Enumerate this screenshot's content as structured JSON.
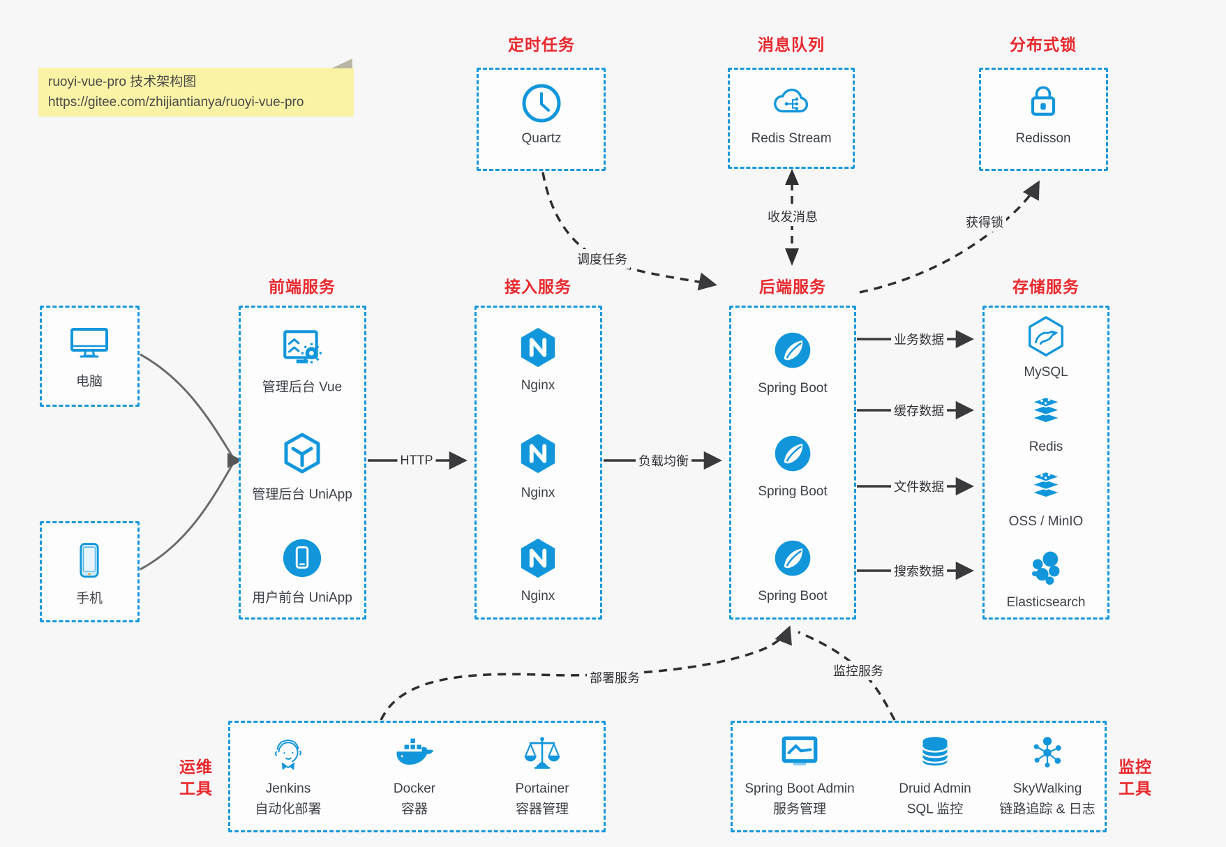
{
  "note": {
    "line1": "ruoyi-vue-pro 技术架构图",
    "line2": "https://gitee.com/zhijiantianya/ruoyi-vue-pro"
  },
  "top_groups": [
    {
      "title": "定时任务",
      "item": {
        "icon": "clock-icon",
        "label": "Quartz"
      }
    },
    {
      "title": "消息队列",
      "item": {
        "icon": "cloud-share-icon",
        "label": "Redis Stream"
      }
    },
    {
      "title": "分布式锁",
      "item": {
        "icon": "lock-icon",
        "label": "Redisson"
      }
    }
  ],
  "clients": [
    {
      "icon": "desktop-icon",
      "label": "电脑"
    },
    {
      "icon": "smartphone-icon",
      "label": "手机"
    }
  ],
  "columns": [
    {
      "title": "前端服务",
      "items": [
        {
          "label": "管理后台 Vue"
        },
        {
          "label": "管理后台 UniApp"
        },
        {
          "label": "用户前台 UniApp"
        }
      ]
    },
    {
      "title": "接入服务",
      "items": [
        {
          "label": "Nginx"
        },
        {
          "label": "Nginx"
        },
        {
          "label": "Nginx"
        }
      ]
    },
    {
      "title": "后端服务",
      "items": [
        {
          "label": "Spring Boot"
        },
        {
          "label": "Spring Boot"
        },
        {
          "label": "Spring Boot"
        }
      ]
    },
    {
      "title": "存储服务",
      "items": [
        {
          "label": "MySQL"
        },
        {
          "label": "Redis"
        },
        {
          "label": "OSS / MinIO"
        },
        {
          "label": "Elasticsearch"
        }
      ]
    }
  ],
  "bottom_groups": [
    {
      "title_line1": "运维",
      "title_line2": "工具",
      "items": [
        {
          "label": "Jenkins",
          "sublabel": "自动化部署"
        },
        {
          "label": "Docker",
          "sublabel": "容器"
        },
        {
          "label": "Portainer",
          "sublabel": "容器管理"
        }
      ]
    },
    {
      "title_line1": "监控",
      "title_line2": "工具",
      "items": [
        {
          "label": "Spring Boot Admin",
          "sublabel": "服务管理"
        },
        {
          "label": "Druid Admin",
          "sublabel": "SQL 监控"
        },
        {
          "label": "SkyWalking",
          "sublabel": "链路追踪 & 日志"
        }
      ]
    }
  ],
  "edges": {
    "http": "HTTP",
    "load_balance": "负载均衡",
    "schedule": "调度任务",
    "message": "收发消息",
    "lock": "获得锁",
    "business": "业务数据",
    "cache": "缓存数据",
    "file": "文件数据",
    "search": "搜索数据",
    "deploy": "部署服务",
    "monitor": "监控服务"
  },
  "colors": {
    "accent_blue": "#1296db",
    "border_blue": "#1697dd",
    "title_red": "#e8282d",
    "note_yellow": "#faf3a6",
    "page_bg": "#f7f7f8",
    "arrow_dark": "#3a3a3c",
    "client_curve_gray": "#6b6b6b"
  }
}
